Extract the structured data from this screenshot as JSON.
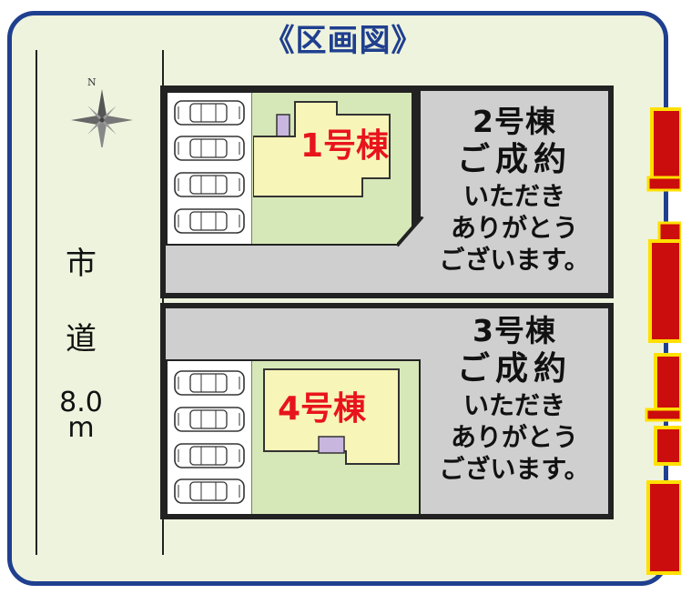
{
  "title": "《区画図》",
  "compass": {
    "north_label": "N",
    "icon": "compass-rose-icon"
  },
  "road": {
    "line1": "市",
    "line2": "道",
    "width_value": "8.0",
    "width_unit": "m"
  },
  "lots": [
    {
      "house": "1号棟",
      "parking_spaces": 4
    },
    {
      "house": "4号棟",
      "parking_spaces": 4
    }
  ],
  "sold": [
    {
      "name": "2号棟",
      "l1": "ご成約",
      "l2": "いただき",
      "l3": "ありがとう",
      "l4": "ございます。"
    },
    {
      "name": "3号棟",
      "l1": "ご成約",
      "l2": "いただき",
      "l3": "ありがとう",
      "l4": "ございます。"
    }
  ],
  "colors": {
    "frame_border": "#1f3f8f",
    "background": "#eef3dd",
    "house_fill": "#f8f5b8",
    "garden": "#d7e8b8",
    "lot_gray": "#cfcfcf",
    "house_label": "#e8141c",
    "banner_red": "#cc0d0d",
    "banner_yellow": "#ffe000"
  }
}
